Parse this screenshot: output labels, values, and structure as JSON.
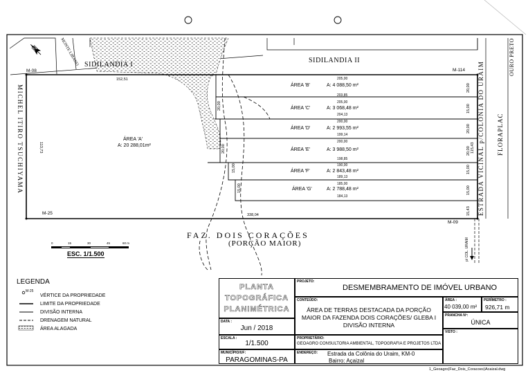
{
  "map": {
    "neighbors": {
      "top_left": "SIDILANDIA I",
      "top_right": "SIDILANDIA II",
      "left": "MICHEL ITIRO TSUCHIYAMA",
      "street_tl": "MONTE LIBANO",
      "right_road": "ESTRADA VICINAL p/COLÔNIA DO URAIM",
      "far_right": "FLORAPLAC",
      "far_right_top": "OURO PRETO"
    },
    "vertices": {
      "m08": "M-08",
      "m114": "M-114",
      "m25": "M-25",
      "m09": "M-09"
    },
    "edges": {
      "top": "152,51",
      "bottom": "338,04",
      "left": "113,73",
      "right1": "20,00",
      "right2": "15,00",
      "right3": "20,00",
      "right4": "15,00",
      "right5": "15,00",
      "right6": "15,43",
      "right_total": "115,43"
    },
    "area_a": {
      "name": "ÁREA 'A'",
      "area": "A: 20 288,01m²"
    },
    "areas": [
      {
        "name": "ÁREA 'B'",
        "area": "A: 4 088,50 m²",
        "top": "205,00",
        "bottom": "203,85",
        "side": "20,00"
      },
      {
        "name": "ÁREA 'C'",
        "area": "A: 3 068,48 m²",
        "top": "205,00",
        "bottom": "204,13",
        "side": "15,00"
      },
      {
        "name": "ÁREA 'D'",
        "area": "A: 2 993,55 m²",
        "top": "200,00",
        "bottom": "199,14",
        "side": "20,00"
      },
      {
        "name": "ÁREA 'E'",
        "area": "A: 3 988,50 m²",
        "top": "200,00",
        "bottom": "198,85",
        "side": "20,00"
      },
      {
        "name": "ÁREA 'F'",
        "area": "A: 2 843,48 m²",
        "top": "190,00",
        "bottom": "189,13",
        "side": "15,00"
      },
      {
        "name": "ÁREA 'G'",
        "area": "A: 2 788,48 m²",
        "top": "185,00",
        "bottom": "184,13",
        "side": "15,00"
      }
    ],
    "farm_name": "FAZ. DOIS CORAÇÕES",
    "farm_sub": "(PORÇÃO MAIOR)",
    "road_small": "p/ COL. URAIM",
    "north": "N",
    "scale_ticks": [
      "0",
      "15",
      "30",
      "45",
      "60 m"
    ],
    "scale_label": "ESC. 1/1.500"
  },
  "legend": {
    "title": "LEGENDA",
    "items": [
      {
        "symbol": "M-25",
        "label": "VÉRTICE DA PROPRIEDADE"
      },
      {
        "symbol": "",
        "label": "LIMITE DA PROPRIEDADE"
      },
      {
        "symbol": "",
        "label": "DIVISÃO INTERNA"
      },
      {
        "symbol": "",
        "label": "DRENAGEM NATURAL"
      },
      {
        "symbol": "",
        "label": "ÁREA ALAGADA"
      }
    ]
  },
  "title_block": {
    "plant_title": [
      "PLANTA",
      "TOPOGRÁFICA",
      "PLANIMÉTRICA"
    ],
    "data_label": "DATA :",
    "data": "Jun / 2018",
    "escala_label": "ESCALA :",
    "escala": "1/1.500",
    "municipio_label": "MUNICÍPIO/UF:",
    "municipio": "PARAGOMINAS-PA",
    "projeto_label": "PROJETO:",
    "projeto": "DESMEMBRAMENTO DE IMÓVEL URBANO",
    "conteudo_label": "CONTEÚDO:",
    "conteudo": [
      "ÁREA DE TERRAS DESTACADA DA PORÇÃO",
      "MAIOR DA FAZENDA DOIS CORAÇÕES/ GLEBA I",
      "DIVISÃO INTERNA"
    ],
    "area_label": "ÁREA :",
    "area": "40 039,00 m²",
    "perimetro_label": "PERÍMETRO :",
    "perimetro": "926,71 m",
    "prancha_label": "PRANCHA Nº:",
    "prancha": "ÚNICA",
    "visto_label": "VISTO :",
    "proprietario_label": "PROPRIETÁRIO:",
    "proprietario": "GEOAGRO CONSULTORIA AMBIENTAL, TOPOGRAFIA E PROJETOS LTDA",
    "endereco_label": "ENDEREÇO:",
    "endereco": [
      "Estrada da Colônia do Uraim, KM-0",
      "Bairro: Açaizal"
    ],
    "filename": "1_Geoagro(Faz_Dois_Coracoes)Acaizal.dwg"
  }
}
